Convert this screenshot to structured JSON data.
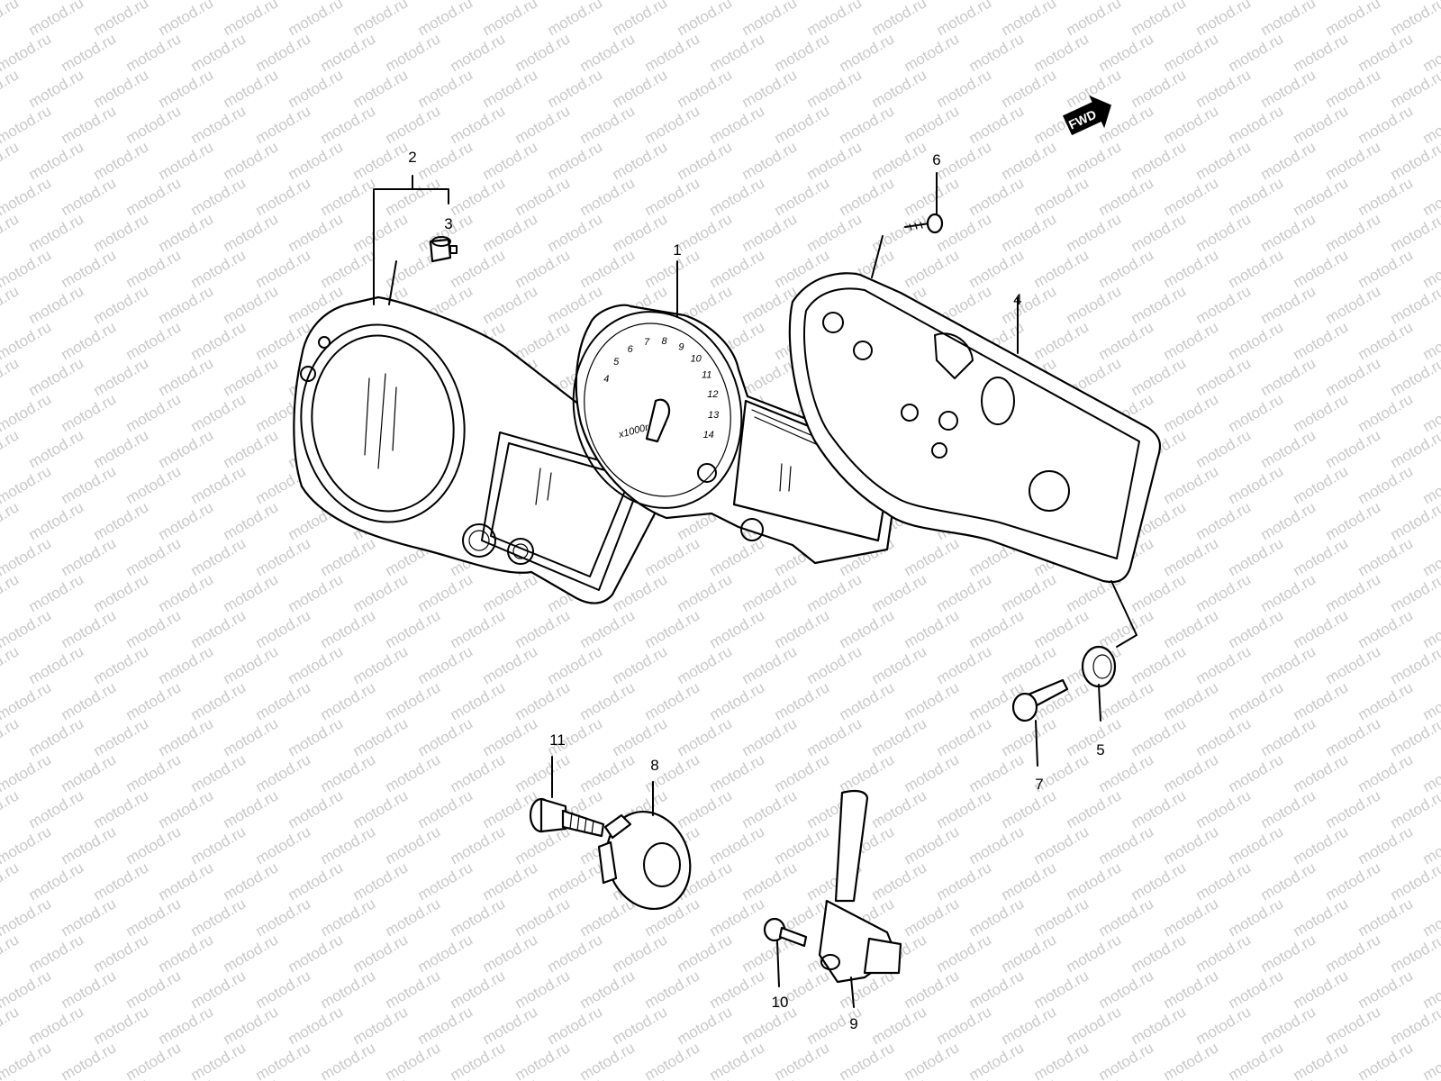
{
  "watermark": {
    "text": "motod.ru"
  },
  "direction_indicator": {
    "label": "FWD"
  },
  "callouts": {
    "c1": "1",
    "c2": "2",
    "c3": "3",
    "c4": "4",
    "c5": "5",
    "c6": "6",
    "c7": "7",
    "c8": "8",
    "c9": "9",
    "c10": "10",
    "c11": "11"
  },
  "dial_scale": [
    "4",
    "5",
    "6",
    "7",
    "8",
    "9",
    "10",
    "11",
    "12",
    "13",
    "14"
  ],
  "dial_unit": "x1000r/min"
}
